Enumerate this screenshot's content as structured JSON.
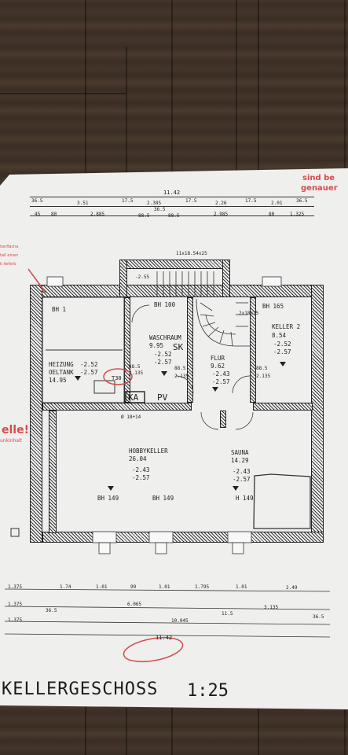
{
  "red_note_top": [
    "sind be",
    "genauer"
  ],
  "red_note_left": [
    "tanfläche",
    "tall einen",
    "k lieferb"
  ],
  "red_note_mid": [
    "elle!",
    "unkinhalt"
  ],
  "top_dims": {
    "total": "11.42",
    "row1": [
      "36.5",
      "3.51",
      "17.5",
      "2.385",
      "17.5",
      "2.26",
      "17.5",
      "2.01",
      "36.5"
    ],
    "row2": [
      "45",
      "80",
      "2.885",
      "88.5",
      "36.5",
      "88.5",
      "2.985",
      "80",
      "1.325"
    ]
  },
  "stair_note": "11x18.54x25",
  "rooms": {
    "bh1": "BH 1",
    "heizung": [
      "HEIZUNG",
      "OELTANK",
      "14.95"
    ],
    "heizung_lvl": [
      "-2.52",
      "-2.57"
    ],
    "waschraum": [
      "WASCHRAUM",
      "9.95"
    ],
    "waschraum_lvl": [
      "-2.52",
      "-2.57"
    ],
    "sk": "SK",
    "bh100": "BH 100",
    "flur": [
      "FLUR",
      "9.62"
    ],
    "flur_lvl": [
      "-2.43",
      "-2.57"
    ],
    "bh165": "BH 165",
    "keller2": [
      "KELLER 2",
      "8.54"
    ],
    "keller2_lvl": [
      "-2.52",
      "-2.57"
    ],
    "ka": "KA",
    "pv": "PV",
    "t30": "T30",
    "pipe": "Ø 18+14",
    "hobby": [
      "HOBBYKELLER",
      "26.04"
    ],
    "hobby_lvl": [
      "-2.43",
      "-2.57"
    ],
    "sauna": [
      "SAUNA",
      "14.29"
    ],
    "sauna_lvl": [
      "-2.43",
      "-2.57"
    ],
    "bh149a": "BH 149",
    "bh149b": "BH 149",
    "h149": "H 149",
    "door_88": "88.5",
    "door_2135": "2.135",
    "lvl_255": "-2.55",
    "stairs_note": "2x18x25"
  },
  "bottom_dims": {
    "row1": [
      "1.375",
      "1.74",
      "1.01",
      "99",
      "1.01",
      "1.795",
      "1.01",
      "2.49"
    ],
    "row2": [
      "1.375",
      "36.5",
      "6.065",
      "11.5",
      "3.135",
      "36.5"
    ],
    "row3": [
      "1.375",
      "10.045"
    ],
    "total": "11.42"
  },
  "title": "KELLERGESCHOSS",
  "scale": "1:25"
}
